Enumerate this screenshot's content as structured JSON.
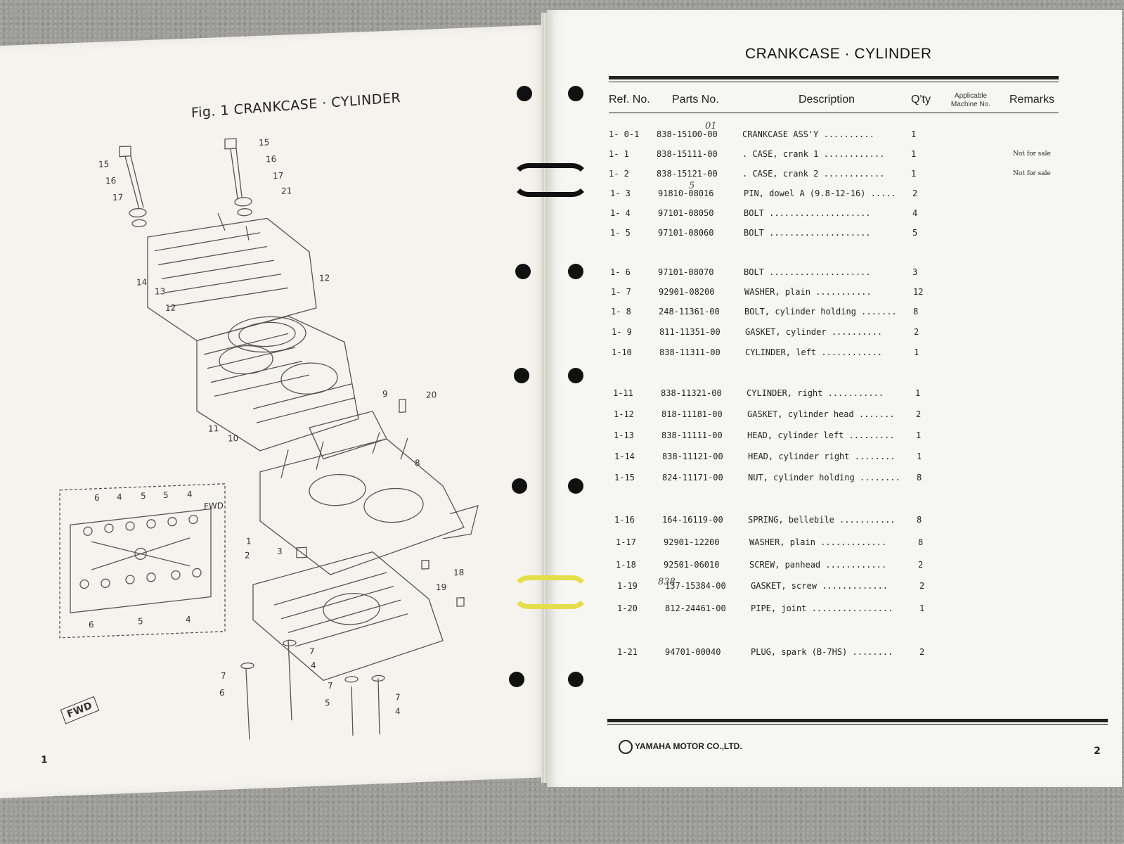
{
  "left_page": {
    "figure_title": "Fig. 1   CRANKCASE · CYLINDER",
    "fwd_label": "FWD",
    "fwd_box_label": "FWD",
    "page_number": "1",
    "callouts": [
      "15",
      "16",
      "17",
      "15",
      "16",
      "17",
      "21",
      "14",
      "13",
      "12",
      "12",
      "11",
      "10",
      "9",
      "20",
      "8",
      "1",
      "2",
      "3",
      "19",
      "18",
      "7",
      "4",
      "7",
      "6",
      "7",
      "5",
      "7",
      "4",
      "6",
      "4",
      "5",
      "5",
      "4",
      "6",
      "5",
      "4"
    ]
  },
  "right_page": {
    "title": "CRANKCASE · CYLINDER",
    "headers": {
      "ref_no": "Ref. No.",
      "parts_no": "Parts No.",
      "description": "Description",
      "qty": "Q'ty",
      "applicable": "Applicable Machine No.",
      "remarks": "Remarks"
    },
    "rows": [
      {
        "ref": "1- 0-1",
        "part": "838-15100-00",
        "desc": "CRANKCASE ASS'Y   ..........",
        "qty": "1",
        "rem": ""
      },
      {
        "ref": "1- 1",
        "part": "838-15111-00",
        "desc": ". CASE, crank 1   ............",
        "qty": "1",
        "rem": "Not for sale"
      },
      {
        "ref": "1- 2",
        "part": "838-15121-00",
        "desc": ". CASE, crank 2   ............",
        "qty": "1",
        "rem": "Not for sale"
      },
      {
        "ref": "1- 3",
        "part": "91810-08016",
        "desc": "PIN, dowel A (9.8-12-16)  .....",
        "qty": "2",
        "rem": ""
      },
      {
        "ref": "1- 4",
        "part": "97101-08050",
        "desc": "BOLT   ....................",
        "qty": "4",
        "rem": ""
      },
      {
        "ref": "1- 5",
        "part": "97101-08060",
        "desc": "BOLT   ....................",
        "qty": "5",
        "rem": ""
      },
      {
        "ref": "1- 6",
        "part": "97101-08070",
        "desc": "BOLT   ....................",
        "qty": "3",
        "rem": ""
      },
      {
        "ref": "1- 7",
        "part": "92901-08200",
        "desc": "WASHER, plain   ...........",
        "qty": "12",
        "rem": ""
      },
      {
        "ref": "1- 8",
        "part": "248-11361-00",
        "desc": "BOLT, cylinder holding   .......",
        "qty": "8",
        "rem": ""
      },
      {
        "ref": "1- 9",
        "part": "811-11351-00",
        "desc": "GASKET, cylinder   ..........",
        "qty": "2",
        "rem": ""
      },
      {
        "ref": "1-10",
        "part": "838-11311-00",
        "desc": "CYLINDER, left   ............",
        "qty": "1",
        "rem": ""
      },
      {
        "ref": "1-11",
        "part": "838-11321-00",
        "desc": "CYLINDER, right   ...........",
        "qty": "1",
        "rem": ""
      },
      {
        "ref": "1-12",
        "part": "818-11181-00",
        "desc": "GASKET, cylinder head   .......",
        "qty": "2",
        "rem": ""
      },
      {
        "ref": "1-13",
        "part": "838-11111-00",
        "desc": "HEAD, cylinder left   .........",
        "qty": "1",
        "rem": ""
      },
      {
        "ref": "1-14",
        "part": "838-11121-00",
        "desc": "HEAD, cylinder right   ........",
        "qty": "1",
        "rem": ""
      },
      {
        "ref": "1-15",
        "part": "824-11171-00",
        "desc": "NUT, cylinder holding   ........",
        "qty": "8",
        "rem": ""
      },
      {
        "ref": "1-16",
        "part": "164-16119-00",
        "desc": "SPRING, bellebile   ...........",
        "qty": "8",
        "rem": ""
      },
      {
        "ref": "1-17",
        "part": "92901-12200",
        "desc": "WASHER, plain   .............",
        "qty": "8",
        "rem": ""
      },
      {
        "ref": "1-18",
        "part": "92501-06010",
        "desc": "SCREW, panhead   ............",
        "qty": "2",
        "rem": ""
      },
      {
        "ref": "1-19",
        "part": "137-15384-00",
        "desc": "GASKET, screw   .............",
        "qty": "2",
        "rem": ""
      },
      {
        "ref": "1-20",
        "part": "812-24461-00",
        "desc": "PIPE, joint   ................",
        "qty": "1",
        "rem": ""
      },
      {
        "ref": "1-21",
        "part": "94701-00040",
        "desc": "PLUG, spark (B-7HS)   ........",
        "qty": "2",
        "rem": ""
      }
    ],
    "handwritten": {
      "note_1": "01",
      "note_3": "5",
      "note_19": "838"
    },
    "footer_company": "YAMAHA MOTOR CO.,LTD.",
    "page_number": "2"
  }
}
